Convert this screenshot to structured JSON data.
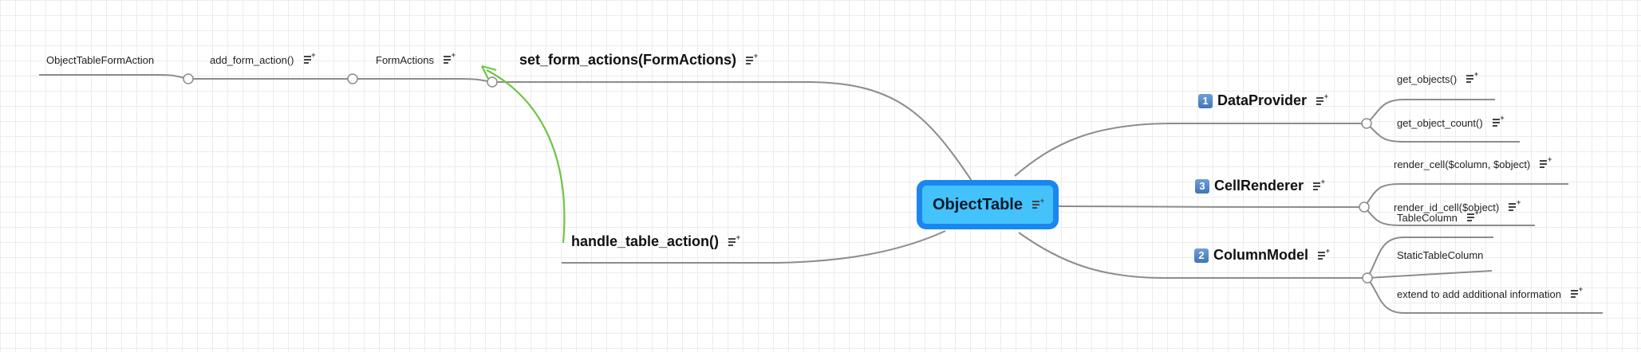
{
  "colors": {
    "line": "#8c8c8c",
    "arrow": "#6cc644",
    "root_fill": "#44c2fb",
    "root_border": "#1a86f0"
  },
  "root": {
    "label": "ObjectTable",
    "note_icon": "note-icon"
  },
  "left": {
    "set_form_actions": {
      "label": "set_form_actions(FormActions)"
    },
    "form_actions": {
      "label": "FormActions"
    },
    "add_form_action": {
      "label": "add_form_action()"
    },
    "object_table_form_action": {
      "label": "ObjectTableFormAction"
    },
    "handle_table_action": {
      "label": "handle_table_action()"
    }
  },
  "right": {
    "data_provider": {
      "badge": "1",
      "label": "DataProvider",
      "children": [
        "get_objects()",
        "get_object_count()"
      ]
    },
    "cell_renderer": {
      "badge": "3",
      "label": "CellRenderer",
      "children": [
        "render_cell($column, $object)",
        "render_id_cell($object)"
      ]
    },
    "column_model": {
      "badge": "2",
      "label": "ColumnModel",
      "children": [
        "TableColumn",
        "StaticTableColumn",
        "extend to add additional information"
      ]
    }
  }
}
